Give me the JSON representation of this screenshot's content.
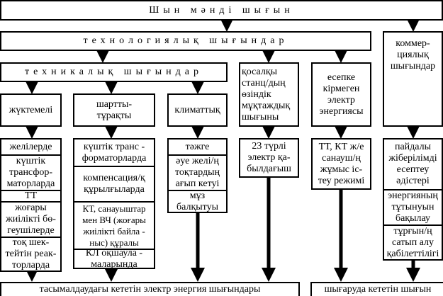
{
  "title": "Шын мәнді шығын",
  "technological": "технологиялық шығындар",
  "technical": "техникалық шығындар",
  "commercial": "коммер-\nциялық\nшығындар",
  "auxiliary": "қосалқы\nстанц/дың\nөзіндік\nмұқтаждық\nшығыны",
  "unaccounted": "есепке\nкірмеген\nэлектр\nэнергиясы",
  "load": "жүктемелі",
  "conditional": "шартты-\nтұрақты",
  "climatic": "климаттық",
  "load_items": [
    "желілерде",
    "күштік\nтрансфор-\nматорларда",
    "ТТ",
    "жоғары\nжиілікті бө-\nгеушілерде",
    "тоқ шек-\nтейтін реак-\nторларда"
  ],
  "conditional_items": [
    "күштік транс -\nформаторларда",
    "компенсация/қ\nқұрылғыларда",
    "КТ, санауыштар\nмен ВЧ (жоғары\nжиілікті байла -\nныс) құралы",
    "КЛ оқшаула -\nмаларында"
  ],
  "climatic_items": [
    "тәжге",
    "әуе желі/ң\nтоқтардың\nағып кетуі",
    "мұз\nбалқытуы"
  ],
  "auxiliary_items": [
    "23 түрлі\nэлектр қа-\nбылдағыш"
  ],
  "unaccounted_items": [
    "ТТ, КТ ж/е\nсанауш/ң\nжұмыс іс-\nтеу режимі"
  ],
  "commercial_items": [
    "пайдалы\nжіберілімді\nесептеу\nәдістері",
    "энергияның\nтұтынуын\nбақылау",
    "тұрғын/ң\nсатып алу\nқабілеттілігі"
  ],
  "bottom_left": "тасымалдаудағы кететін электр энергия шығындары",
  "bottom_right": "шығаруда кететін шығын"
}
